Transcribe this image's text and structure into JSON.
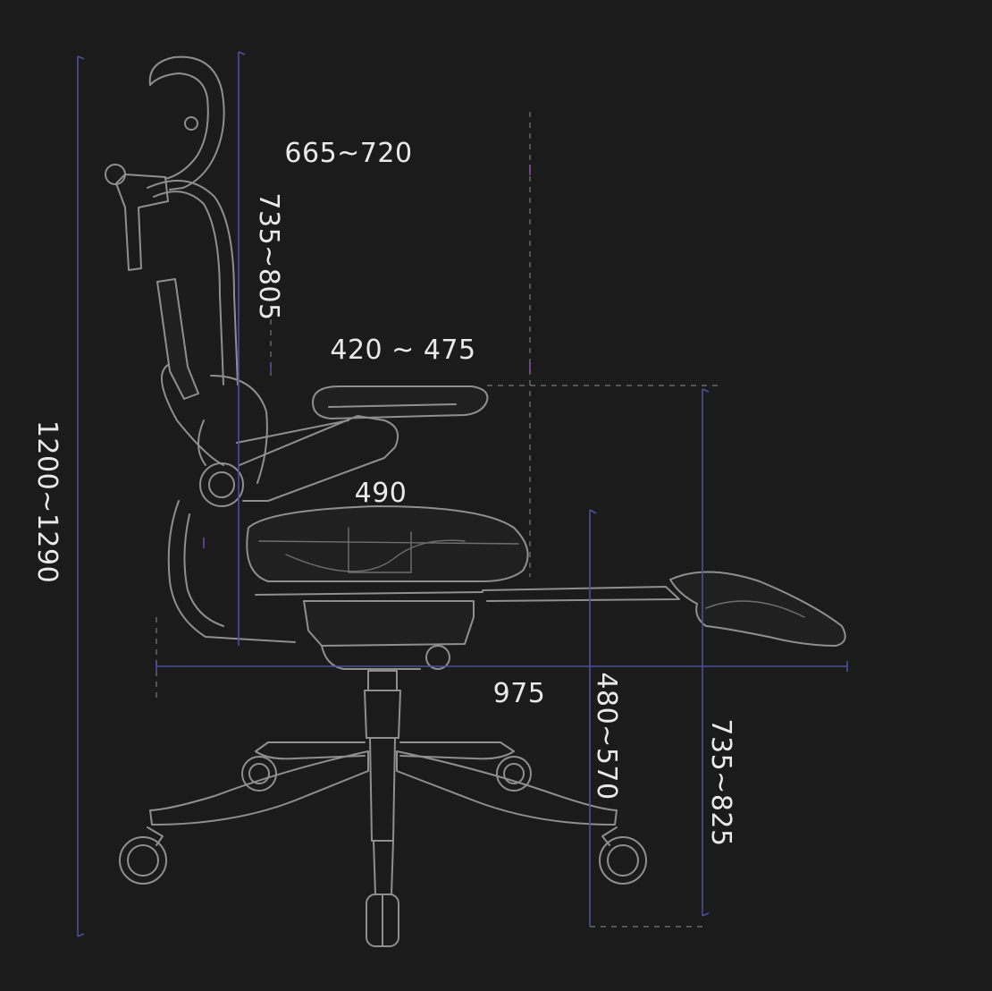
{
  "colors": {
    "background": "#1b1b1b",
    "dimension_line_blue": "#4b4f9c",
    "dimension_line_purple": "#8a4aa0",
    "chair_outline": "#8f8f8f",
    "guide_dash": "#6a6a6a",
    "label_text": "#e9e9e9"
  },
  "dimensions": {
    "overall_height": "1200~1290",
    "backrest_height": "735~805",
    "headrest_depth": "665~720",
    "armrest_depth": "420 ~ 475",
    "seat_depth": "490",
    "overall_length": "975",
    "seat_height": "480~570",
    "armrest_height": "735~825"
  }
}
